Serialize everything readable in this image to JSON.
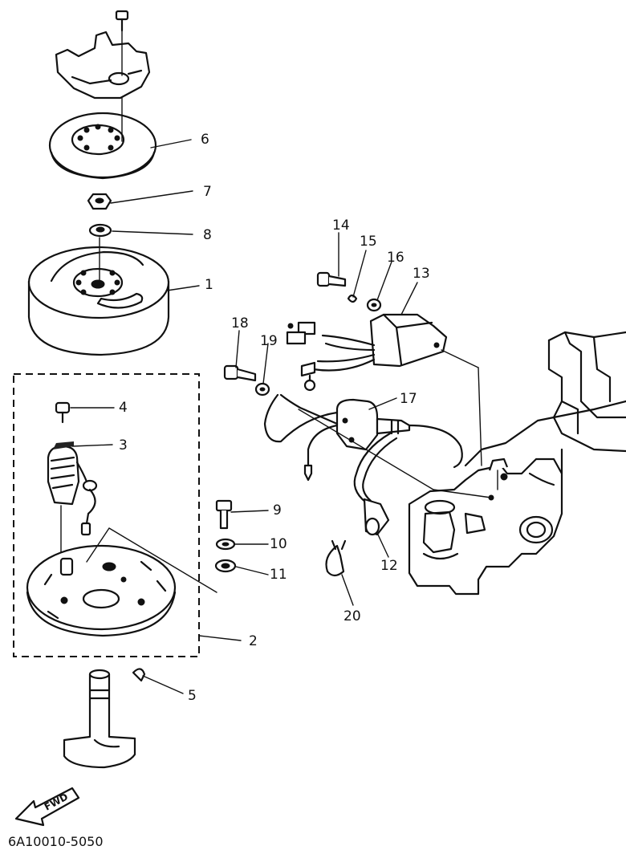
{
  "diagram": {
    "drawing_code": "6A10010-5050",
    "fwd_label": "FWD",
    "callouts": [
      "1",
      "2",
      "3",
      "4",
      "5",
      "6",
      "7",
      "8",
      "9",
      "10",
      "11",
      "12",
      "13",
      "14",
      "15",
      "16",
      "17",
      "18",
      "19",
      "20"
    ]
  }
}
